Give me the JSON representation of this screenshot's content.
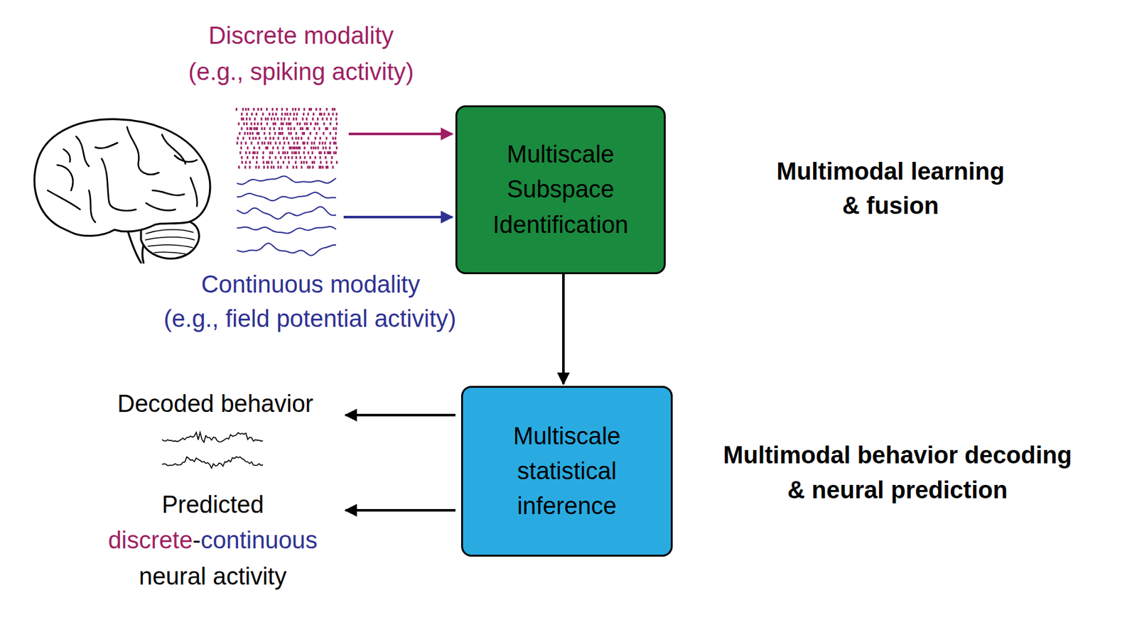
{
  "diagram": {
    "nodes": [
      {
        "text": [
          "Multiscale Subspace Identification"
        ]
      },
      {
        "text": [
          "Multiscale statistical inference"
        ]
      }
    ],
    "edges": [
      {
        "from": 0,
        "to": 1,
        "arrow": "to"
      }
    ],
    "labels": [
      "Discrete modality",
      "(e.g., spiking activity)",
      "Continuous modality",
      "(e.g., field potential activity)",
      "Multimodal learning",
      "& fusion",
      "Decoded behavior",
      "Multimodal behavior decoding",
      "& neural prediction",
      "Predicted",
      "discrete",
      "-",
      "continuous",
      "neural activity"
    ]
  }
}
